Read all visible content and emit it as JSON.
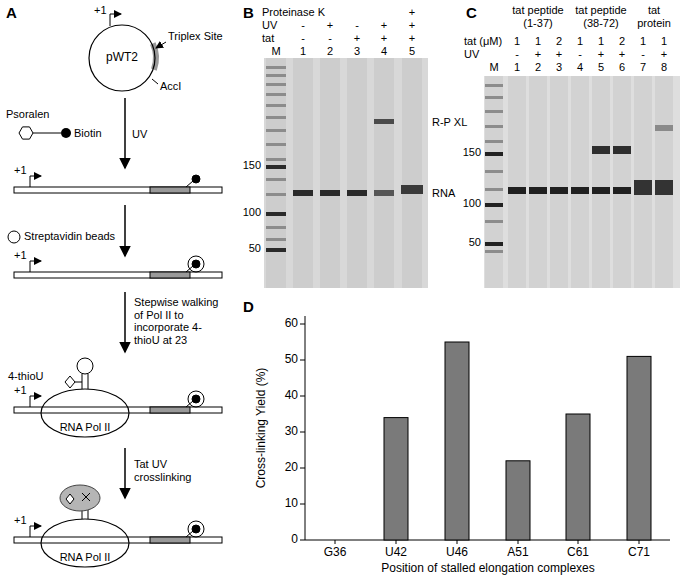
{
  "diagram": {
    "nodes": [
      {
        "text": [
          "pWT2"
        ]
      },
      {
        "text": [
          "RNA Pol II"
        ]
      },
      {
        "text": [
          "RNA Pol II"
        ]
      }
    ],
    "labels": [
      "A",
      "+1",
      "Triplex Site",
      "AccI",
      "Psoralen",
      "Biotin",
      "UV",
      "+1",
      "Streptavidin beads",
      "+1",
      "Stepwise walking of Pol II to incorporate 4-thioU at 23",
      "4-thioU",
      "+1",
      "Tat UV crosslinking",
      "+1",
      "B",
      "Proteinase K",
      "+",
      "UV",
      "-",
      "+",
      "-",
      "+",
      "+",
      "tat",
      "-",
      "-",
      "+",
      "+",
      "+",
      "M",
      "1",
      "2",
      "3",
      "4",
      "5",
      "150",
      "100",
      "50",
      "R-P XL",
      "RNA",
      "C",
      "tat peptide (1-37)",
      "tat peptide (38-72)",
      "tat protein",
      "tat (μM)",
      "1",
      "1",
      "2",
      "1",
      "1",
      "2",
      "1",
      "1",
      "UV",
      "-",
      "+",
      "+",
      "-",
      "+",
      "+",
      "-",
      "+",
      "M",
      "1",
      "2",
      "3",
      "4",
      "5",
      "6",
      "7",
      "8",
      "150",
      "100",
      "50",
      "D",
      "Cross-linking Yield (%)",
      "0",
      "10",
      "20",
      "30",
      "40",
      "50",
      "60",
      "G36",
      "U42",
      "U46",
      "A51",
      "C61",
      "C71",
      "Position of stalled elongation complexes"
    ]
  }
}
